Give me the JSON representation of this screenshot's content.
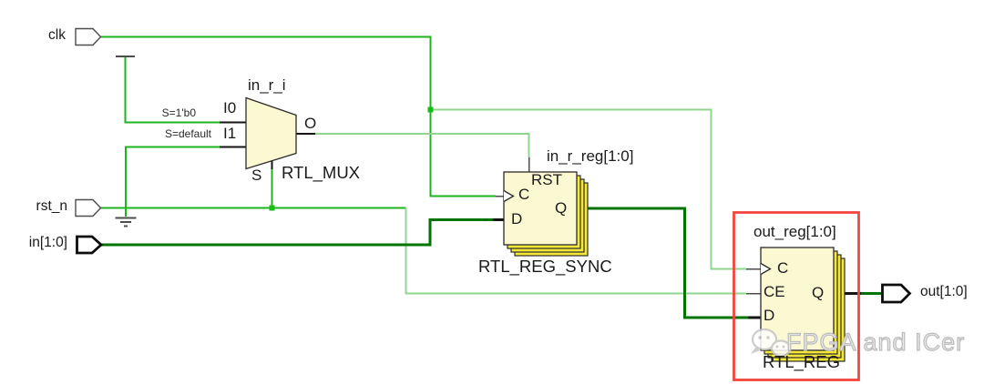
{
  "ports": {
    "clk": "clk",
    "rst_n": "rst_n",
    "in": "in[1:0]",
    "out": "out[1:0]"
  },
  "mux": {
    "instance": "in_r_i",
    "type": "RTL_MUX",
    "pin_i0": "I0",
    "pin_i1": "I1",
    "pin_o": "O",
    "pin_s": "S",
    "cond_i0": "S=1'b0",
    "cond_i1": "S=default"
  },
  "reg_sync": {
    "instance": "in_r_reg[1:0]",
    "type": "RTL_REG_SYNC",
    "pin_rst": "RST",
    "pin_c": "C",
    "pin_d": "D",
    "pin_q": "Q"
  },
  "reg_out": {
    "instance": "out_reg[1:0]",
    "type": "RTL_REG",
    "pin_c": "C",
    "pin_ce": "CE",
    "pin_d": "D",
    "pin_q": "Q"
  },
  "watermark": "FPGA and ICer",
  "colors": {
    "wire": "#1db41d",
    "wire_light": "#8fd48f",
    "bus": "#007400",
    "junction": "#17bd17",
    "symbol_fill": "#fbf8d2",
    "stack_fill": "#f6e838",
    "highlight": "#f4453e"
  }
}
